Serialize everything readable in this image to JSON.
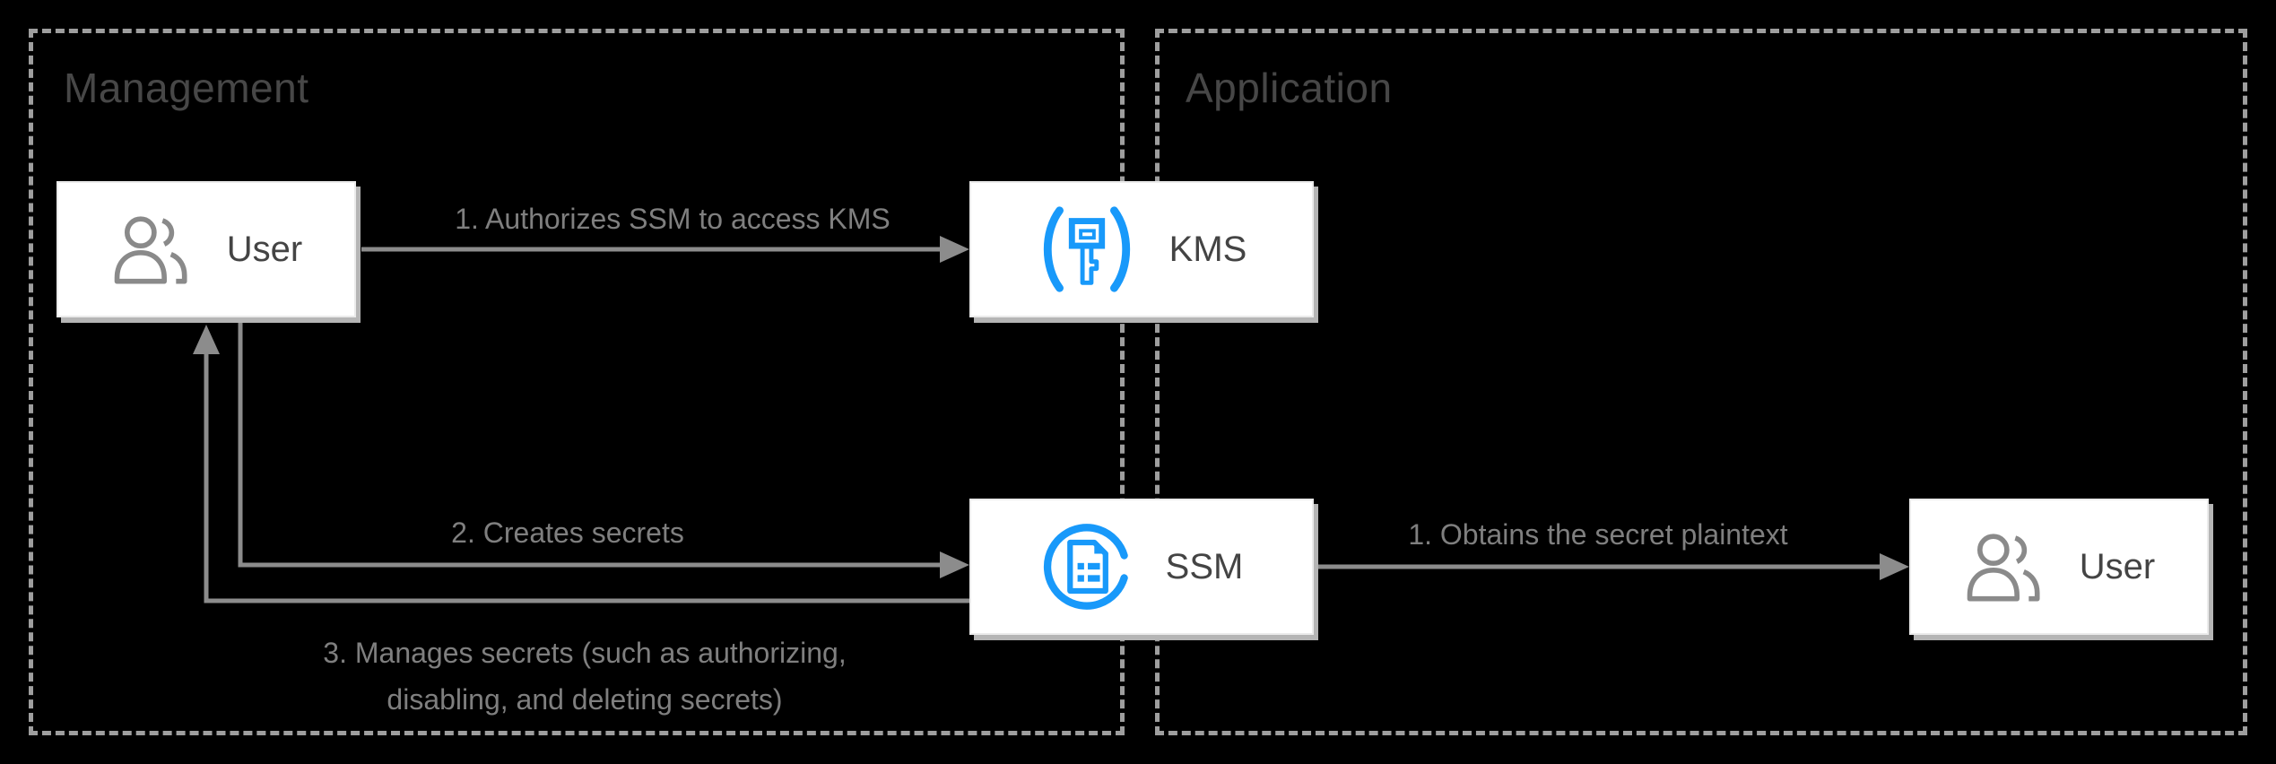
{
  "regions": {
    "management": {
      "label": "Management"
    },
    "application": {
      "label": "Application"
    }
  },
  "nodes": {
    "user_management": {
      "label": "User",
      "icon": "users-icon"
    },
    "kms": {
      "label": "KMS",
      "icon": "kms-key-icon"
    },
    "ssm": {
      "label": "SSM",
      "icon": "ssm-secrets-icon"
    },
    "user_application": {
      "label": "User",
      "icon": "users-icon"
    }
  },
  "arrows": {
    "authorize": {
      "label": "1. Authorizes SSM to access KMS",
      "from": "User",
      "to": "KMS"
    },
    "create": {
      "label": "2. Creates secrets",
      "from": "User",
      "to": "SSM"
    },
    "manage": {
      "label_lines": [
        "3. Manages secrets (such as authorizing,",
        "disabling, and deleting secrets)"
      ],
      "from": "SSM",
      "to": "User"
    },
    "obtain": {
      "label": "1. Obtains the secret plaintext",
      "from": "SSM",
      "to": "User"
    }
  },
  "colors": {
    "background": "#000000",
    "region_border": "#9E9E9E",
    "region_title": "#474747",
    "node_background": "#FFFFFF",
    "node_shadow": "#B5B5B5",
    "node_label": "#444444",
    "arrow_line": "#8C8C8C",
    "arrow_label": "#7F7F7F",
    "accent_blue": "#1899FA",
    "user_icon_gray": "#8A8A8A"
  }
}
